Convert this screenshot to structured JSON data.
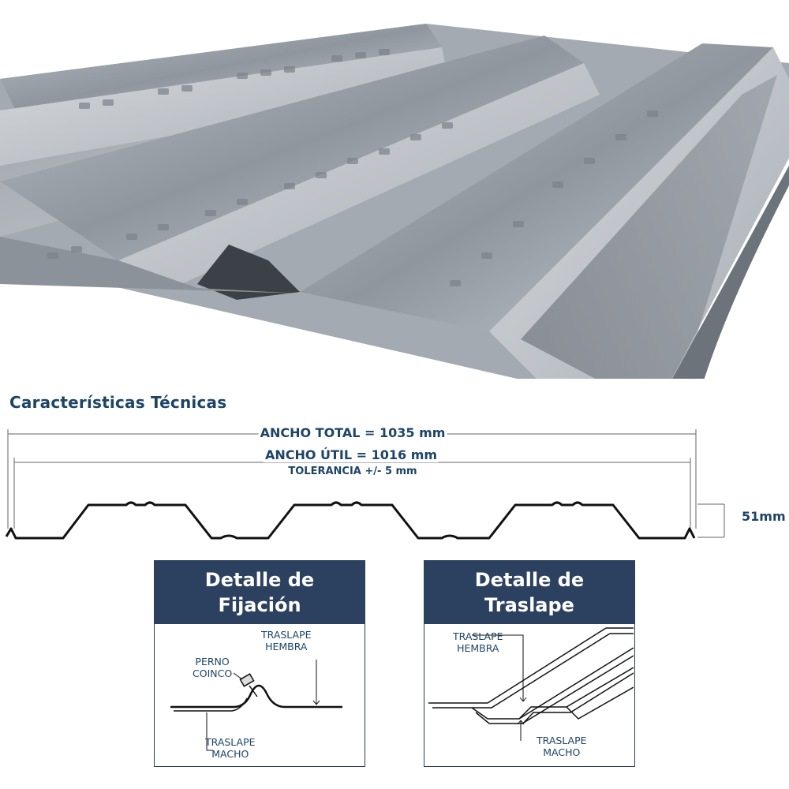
{
  "title": "Características Técnicas",
  "dimensions": {
    "ancho_total": "ANCHO TOTAL = 1035 mm",
    "ancho_util": "ANCHO ÚTIL = 1016 mm",
    "tolerancia": "TOLERANCIA +/- 5 mm",
    "altura": "51mm"
  },
  "details": [
    {
      "title_line1": "Detalle de",
      "title_line2": "Fijación",
      "callouts": {
        "traslape_hembra": [
          "TRASLAPE",
          "HEMBRA"
        ],
        "perno": [
          "PERNO",
          "COINCO"
        ],
        "traslape_macho": [
          "TRASLAPE",
          "MACHO"
        ]
      }
    },
    {
      "title_line1": "Detalle de",
      "title_line2": "Traslape",
      "callouts": {
        "traslape_hembra": [
          "TRASLAPE",
          "HEMBRA"
        ],
        "traslape_macho": [
          "TRASLAPE",
          "MACHO"
        ]
      }
    }
  ],
  "colors": {
    "accent": "#1d4466",
    "header_bg": "#2c4060",
    "profile_line": "#111111"
  }
}
